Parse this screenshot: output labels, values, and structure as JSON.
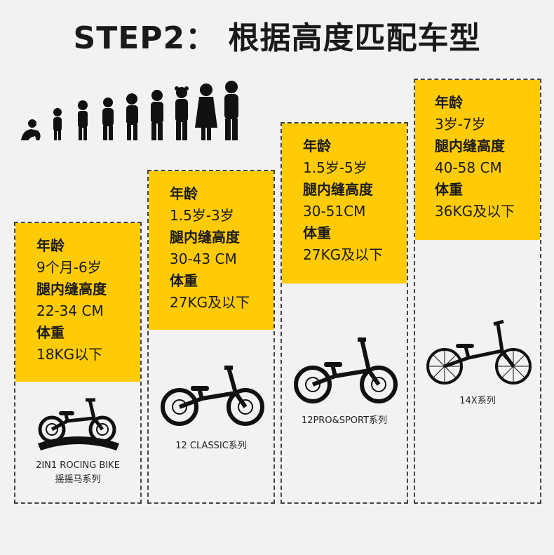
{
  "title": "STEP2： 根据高度匹配车型",
  "colors": {
    "panel": "#ffcb05",
    "border": "#444444",
    "background": "#f2f2f2",
    "ink": "#1a1a1a"
  },
  "icons": {
    "children": "child-silhouettes-icon",
    "bike": "balance-bike-icon"
  },
  "cards": [
    {
      "age_label": "年龄",
      "age": "9个月-6岁",
      "inseam_label": "腿内缝高度",
      "inseam": "22-34 CM",
      "weight_label": "体重",
      "weight": "18KG以下",
      "caption_line1": "2IN1 ROCING BIKE",
      "caption_line2": "摇摇马系列"
    },
    {
      "age_label": "年龄",
      "age": "1.5岁-3岁",
      "inseam_label": "腿内缝高度",
      "inseam": "30-43 CM",
      "weight_label": "体重",
      "weight": "27KG及以下",
      "caption_line1": "12 CLASSIC系列"
    },
    {
      "age_label": "年龄",
      "age": "1.5岁-5岁",
      "inseam_label": "腿内缝高度",
      "inseam": "30-51CM",
      "weight_label": "体重",
      "weight": "27KG及以下",
      "caption_line1": "12PRO&SPORT系列"
    },
    {
      "age_label": "年龄",
      "age": "3岁-7岁",
      "inseam_label": "腿内缝高度",
      "inseam": "40-58 CM",
      "weight_label": "体重",
      "weight": "36KG及以下",
      "caption_line1": "14X系列"
    }
  ]
}
